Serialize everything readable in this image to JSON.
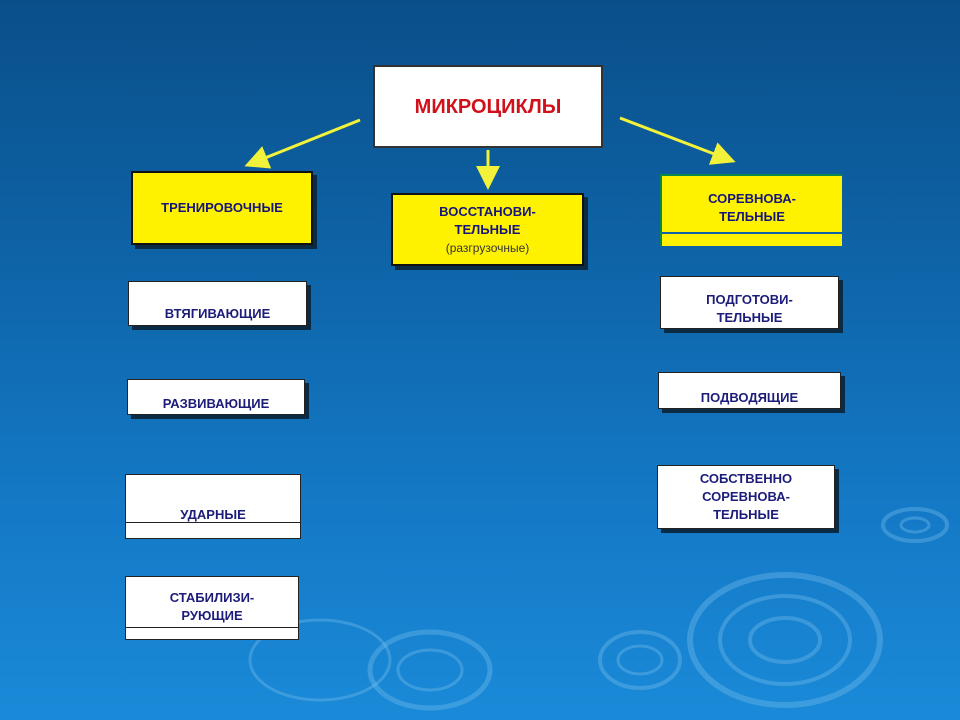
{
  "root": {
    "label": "МИКРОЦИКЛЫ"
  },
  "branches": {
    "training": {
      "label": "ТРЕНИРОВОЧНЫЕ",
      "items": [
        "ВТЯГИВАЮЩИЕ",
        "РАЗВИВАЮЩИЕ",
        "УДАРНЫЕ",
        "СТАБИЛИЗИ-\nРУЮЩИЕ"
      ]
    },
    "recovery": {
      "label": "ВОССТАНОВИ-\nТЕЛЬНЫЕ",
      "sublabel": "(разгрузочные)"
    },
    "competition": {
      "label": "СОРЕВНОВА-\nТЕЛЬНЫЕ",
      "items": [
        "ПОДГОТОВИ-\nТЕЛЬНЫЕ",
        "ПОДВОДЯЩИЕ",
        "СОБСТВЕННО\nСОРЕВНОВА-\nТЕЛЬНЫЕ"
      ]
    }
  },
  "colors": {
    "background_top": "#0a4f8a",
    "background_bottom": "#1a8ad8",
    "branch_fill": "#fff200",
    "arrow": "#f2f23a",
    "root_text": "#d0101a",
    "item_text": "#1c1c7a"
  }
}
